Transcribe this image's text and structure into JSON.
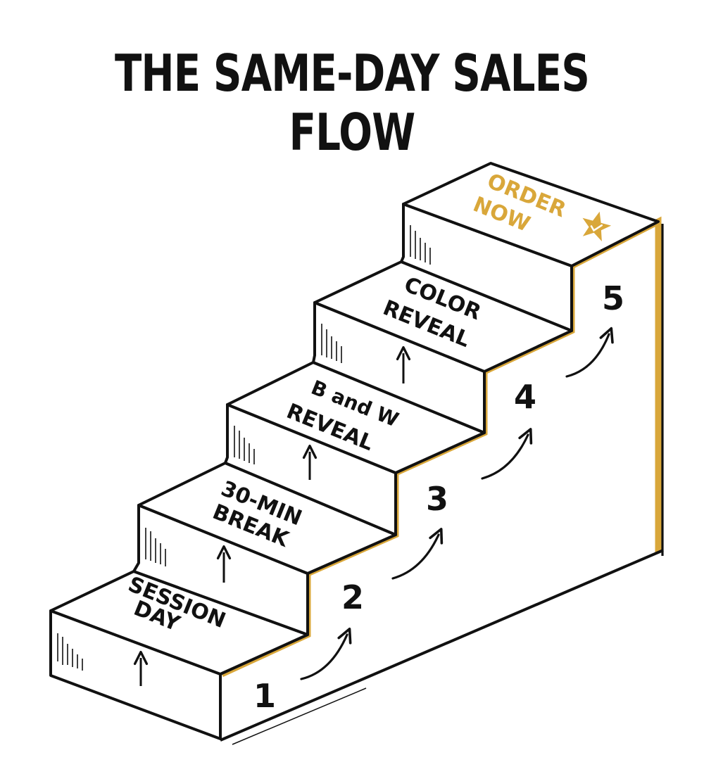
{
  "title": "THE SAME-DAY SALES FLOW",
  "colors": {
    "ink": "#111111",
    "accent_gold": "#D9A73A",
    "background": "#FFFFFF"
  },
  "steps": [
    {
      "number": "1",
      "label_line1": "SESSION",
      "label_line2": "DAY"
    },
    {
      "number": "2",
      "label_line1": "30-MIN",
      "label_line2": "BREAK"
    },
    {
      "number": "3",
      "label_line1": "B and W",
      "label_line2": "REVEAL"
    },
    {
      "number": "4",
      "label_line1": "COLOR",
      "label_line2": "REVEAL"
    },
    {
      "number": "5",
      "label_line1": "ORDER",
      "label_line2": "NOW",
      "icon": "star-check-icon",
      "highlight": true
    }
  ],
  "connectors": {
    "up_arrows": 4,
    "curved_arrows": 4
  }
}
